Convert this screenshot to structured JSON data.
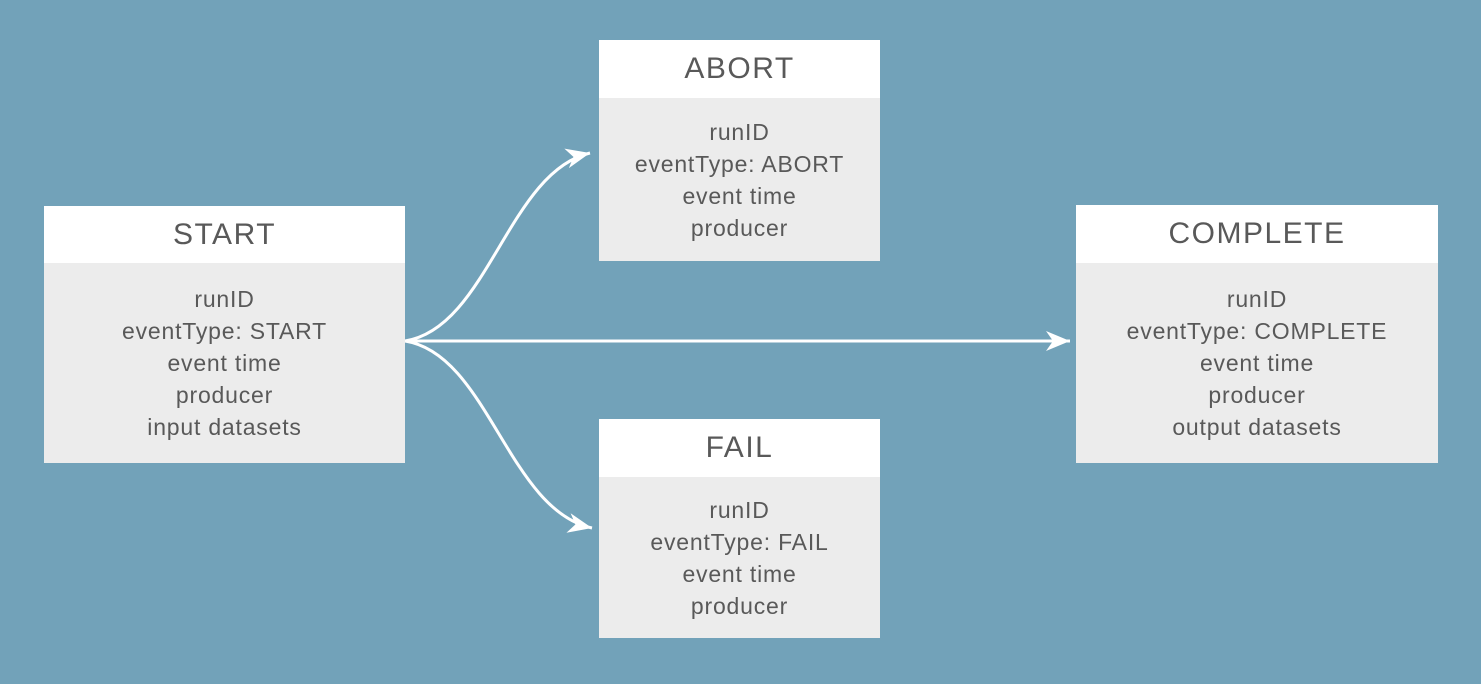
{
  "diagram": {
    "colors": {
      "background": "#72a2b9",
      "node_header_bg": "#ffffff",
      "node_body_bg": "#ececec",
      "text": "#595959",
      "arrow": "#ffffff"
    },
    "nodes": [
      {
        "id": "start",
        "title": "START",
        "fields": [
          "runID",
          "eventType: START",
          "event time",
          "producer",
          "input datasets"
        ]
      },
      {
        "id": "abort",
        "title": "ABORT",
        "fields": [
          "runID",
          "eventType: ABORT",
          "event time",
          "producer"
        ]
      },
      {
        "id": "fail",
        "title": "FAIL",
        "fields": [
          "runID",
          "eventType: FAIL",
          "event time",
          "producer"
        ]
      },
      {
        "id": "complete",
        "title": "COMPLETE",
        "fields": [
          "runID",
          "eventType: COMPLETE",
          "event time",
          "producer",
          "output datasets"
        ]
      }
    ],
    "edges": [
      {
        "from": "start",
        "to": "abort"
      },
      {
        "from": "start",
        "to": "complete"
      },
      {
        "from": "start",
        "to": "fail"
      }
    ]
  }
}
